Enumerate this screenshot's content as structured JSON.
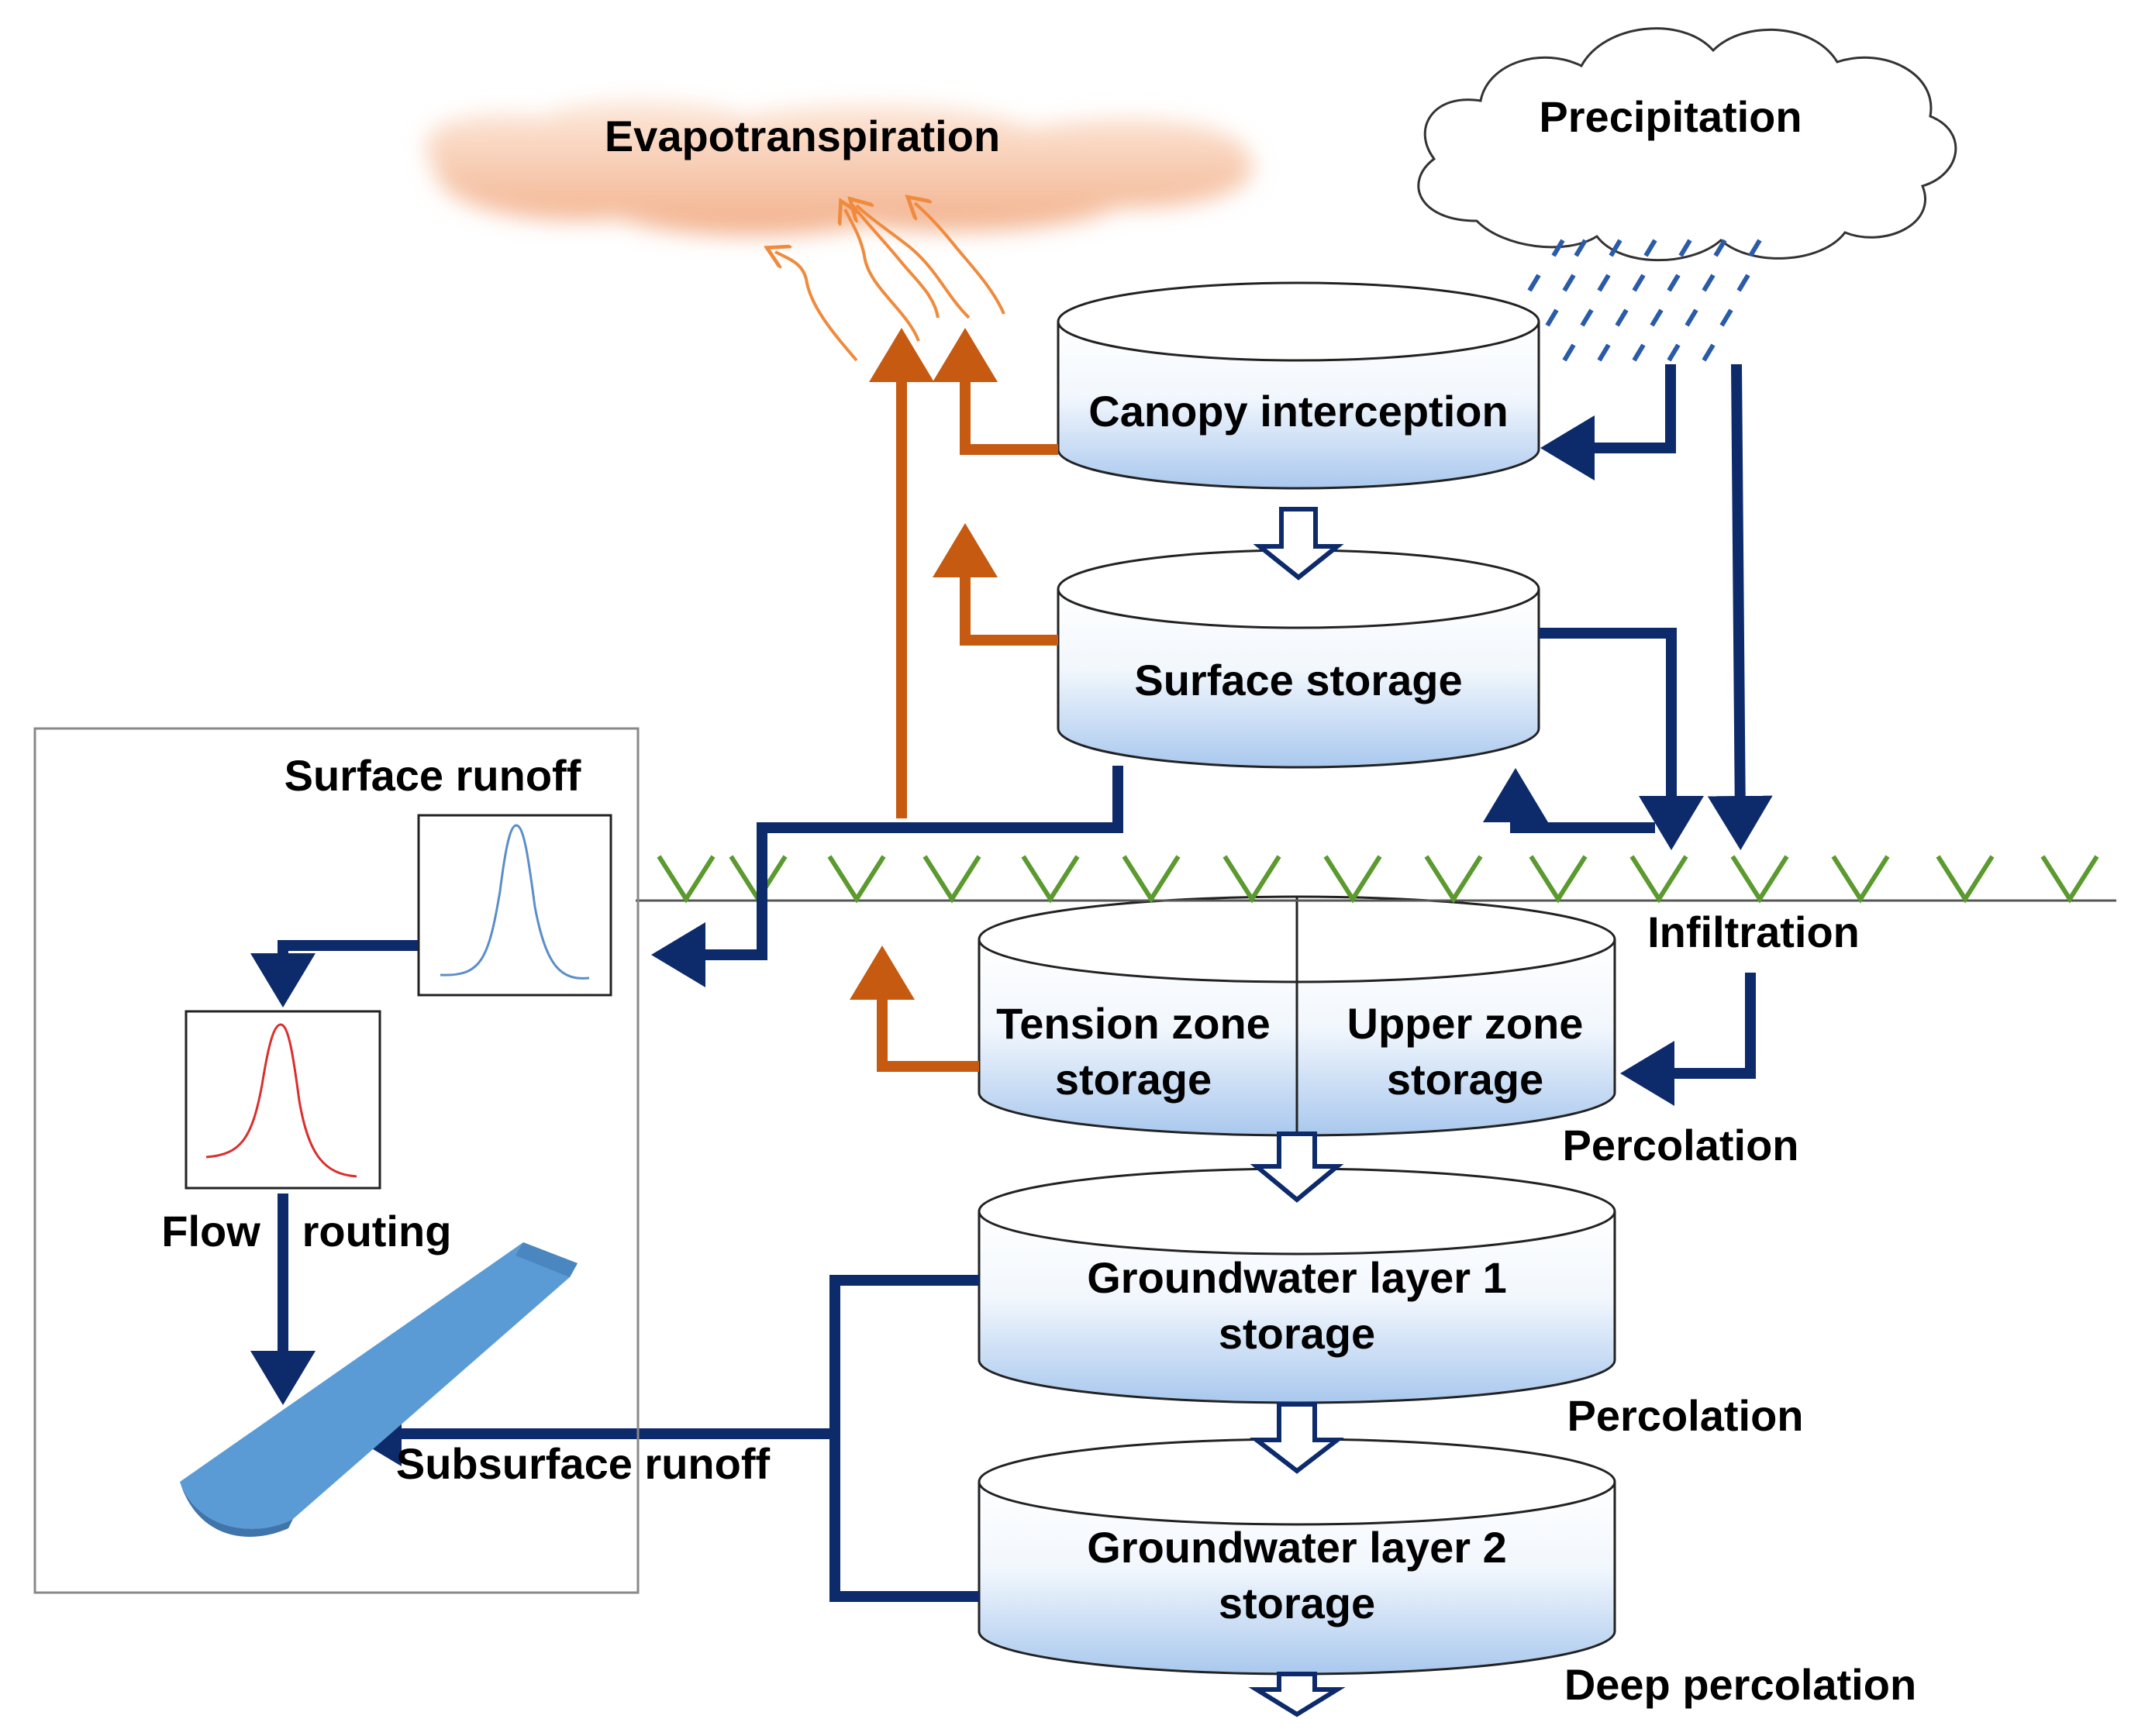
{
  "labels": {
    "evapotranspiration": "Evapotranspiration",
    "precipitation": "Precipitation",
    "canopy_interception": "Canopy interception",
    "surface_storage": "Surface storage",
    "surface_runoff": "Surface runoff",
    "infiltration": "Infiltration",
    "tension_zone_line1": "Tension zone",
    "tension_zone_line2": "storage",
    "upper_zone_line1": "Upper zone",
    "upper_zone_line2": "storage",
    "percolation_1": "Percolation",
    "gw1_line1": "Groundwater layer 1",
    "gw1_line2": "storage",
    "percolation_2": "Percolation",
    "gw2_line1": "Groundwater layer 2",
    "gw2_line2": "storage",
    "deep_percolation": "Deep percolation",
    "flow_word": "Flow",
    "routing_word": "routing",
    "subsurface_runoff": "Subsurface runoff"
  },
  "colors": {
    "flow_arrow": "#0d2a6b",
    "evap_arrow": "#c65a11",
    "evap_wisp": "#f08a3c",
    "evap_cloud": "#f5c2a4",
    "storage_top": "#ffffff",
    "storage_bottom": "#a9c8ee",
    "grass": "#5b9a2f",
    "channel": "#5b9bd5",
    "runoff_curve": "#5b8ec9",
    "routing_curve": "#d9302c"
  }
}
